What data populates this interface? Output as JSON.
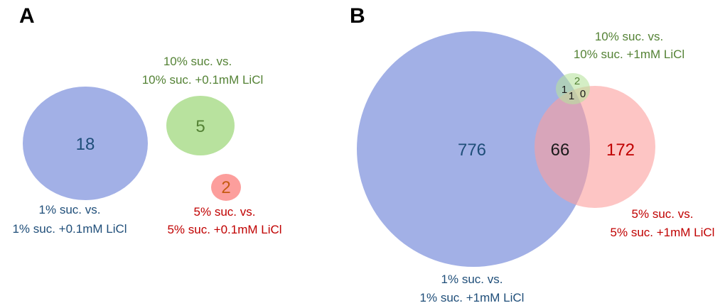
{
  "colors": {
    "blue": "#a2b0e6",
    "blue_text": "#1f4e79",
    "green": "#b8e29e",
    "green_text": "#548235",
    "red": "#fc9e9c",
    "red_text": "#c00000",
    "orange_text": "#c55a11",
    "overlap_text": "#1a1a1a"
  },
  "panels": [
    {
      "letter": "A",
      "sets": [
        {
          "id": "blue",
          "label_line1": "1% suc. vs.",
          "label_line2": "1% suc. +0.1mM LiCl",
          "count": "18"
        },
        {
          "id": "green",
          "label_line1": "10% suc. vs.",
          "label_line2": "10% suc. +0.1mM LiCl",
          "count": "5"
        },
        {
          "id": "red",
          "label_line1": "5% suc. vs.",
          "label_line2": "5% suc. +0.1mM LiCl",
          "count": "2"
        }
      ]
    },
    {
      "letter": "B",
      "sets": [
        {
          "id": "blue",
          "label_line1": "1% suc. vs.",
          "label_line2": "1% suc. +1mM LiCl",
          "count": "776"
        },
        {
          "id": "green",
          "label_line1": "10% suc. vs.",
          "label_line2": "10% suc. +1mM LiCl",
          "count": "2"
        },
        {
          "id": "red",
          "label_line1": "5% suc. vs.",
          "label_line2": "5% suc. +1mM LiCl",
          "count": "172"
        }
      ],
      "overlaps": {
        "blue_red": "66",
        "blue_green": "1",
        "green_red": "0",
        "all_three": "1"
      }
    }
  ]
}
